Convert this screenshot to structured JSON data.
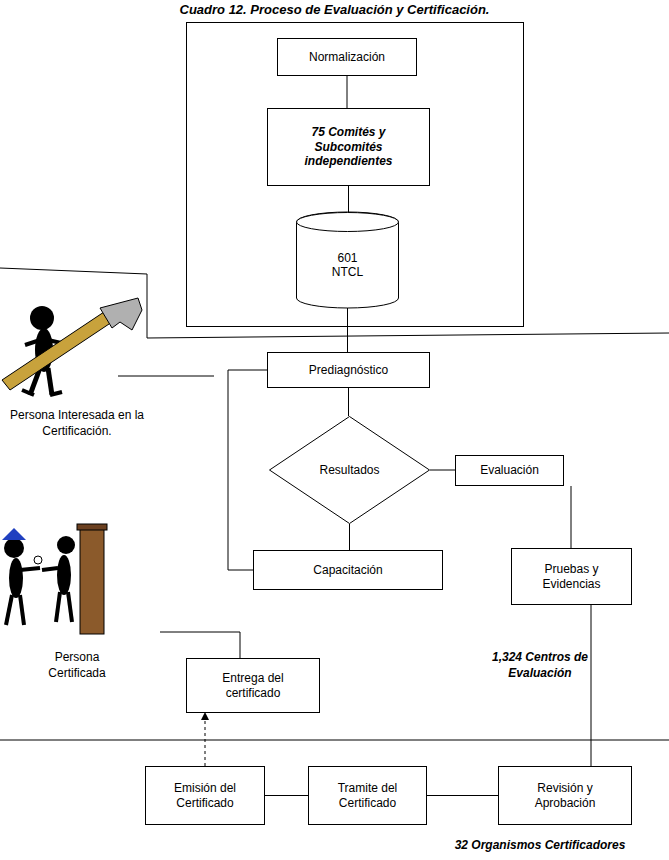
{
  "diagram": {
    "title": "Cuadro 12. Proceso de Evaluación y Certificación.",
    "nodes": [
      {
        "text": [
          "Normalización"
        ]
      },
      {
        "text": [
          "75 Comités y Subcomités independientes"
        ]
      },
      {
        "text": [
          "601 NTCL"
        ]
      },
      {
        "text": [
          "Prediagnóstico"
        ]
      },
      {
        "text": [
          "Resultados"
        ]
      },
      {
        "text": [
          "Evaluación"
        ]
      },
      {
        "text": [
          "Capacitación"
        ]
      },
      {
        "text": [
          "Pruebas y Evidencias"
        ]
      },
      {
        "text": [
          "Entrega del certificado"
        ]
      },
      {
        "text": [
          "Emisión del Certificado"
        ]
      },
      {
        "text": [
          "Tramite del Certificado"
        ]
      },
      {
        "text": [
          "Revisión y Aprobación"
        ]
      }
    ],
    "edges": [
      {
        "from": 0,
        "to": 1,
        "arrow": "none"
      },
      {
        "from": 1,
        "to": 2,
        "arrow": "none"
      },
      {
        "from": 2,
        "to": 3,
        "arrow": "none"
      },
      {
        "from": 3,
        "to": 4,
        "arrow": "none"
      },
      {
        "from": 4,
        "to": 5,
        "arrow": "none"
      },
      {
        "from": 4,
        "to": 6,
        "arrow": "none"
      },
      {
        "from": 6,
        "to": 3,
        "arrow": "none"
      },
      {
        "from": 5,
        "to": 7,
        "arrow": "none"
      },
      {
        "from": 7,
        "to": 11,
        "arrow": "none"
      },
      {
        "from": 11,
        "to": 10,
        "arrow": "none"
      },
      {
        "from": 10,
        "to": 9,
        "arrow": "none"
      },
      {
        "from": 9,
        "to": 8,
        "arrow": "to"
      }
    ],
    "labels": [
      "Persona Interesada en la Certificación.",
      "Persona Certificada",
      "1,324 Centros de Evaluación",
      "32 Organismos Certificadores"
    ]
  }
}
